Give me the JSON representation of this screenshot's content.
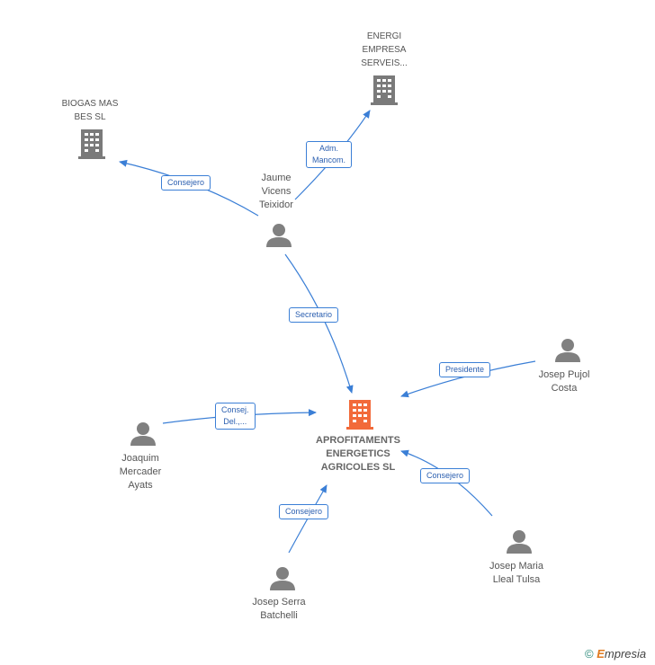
{
  "nodes": {
    "main_company": {
      "label": "APROFITAMENTS\nENERGETICS\nAGRICOLES SL",
      "color": "#f26a3a"
    },
    "biogas": {
      "label": "BIOGAS MAS\nBES SL",
      "color": "#7a7a7a"
    },
    "energi": {
      "label": "ENERGI\nEMPRESA\nSERVEIS...",
      "color": "#7a7a7a"
    },
    "jaume": {
      "label": "Jaume\nVicens\nTeixidor"
    },
    "josep_pujol": {
      "label": "Josep Pujol\nCosta"
    },
    "joaquim": {
      "label": "Joaquim\nMercader\nAyats"
    },
    "josep_maria": {
      "label": "Josep Maria\nLleal Tulsa"
    },
    "josep_serra": {
      "label": "Josep Serra\nBatchelli"
    }
  },
  "edges": {
    "consejero_biogas": "Consejero",
    "adm_mancom": "Adm.\nMancom.",
    "secretario": "Secretario",
    "presidente": "Presidente",
    "consej_del": "Consej.\nDel.,...",
    "consejero_lleal": "Consejero",
    "consejero_serra": "Consejero"
  },
  "footer": {
    "copyright": "©",
    "brand": "mpresia",
    "brand_initial": "E"
  },
  "colors": {
    "edge": "#3b7fd6",
    "person": "#808080",
    "building": "#7a7a7a",
    "main_building": "#f26a3a"
  }
}
